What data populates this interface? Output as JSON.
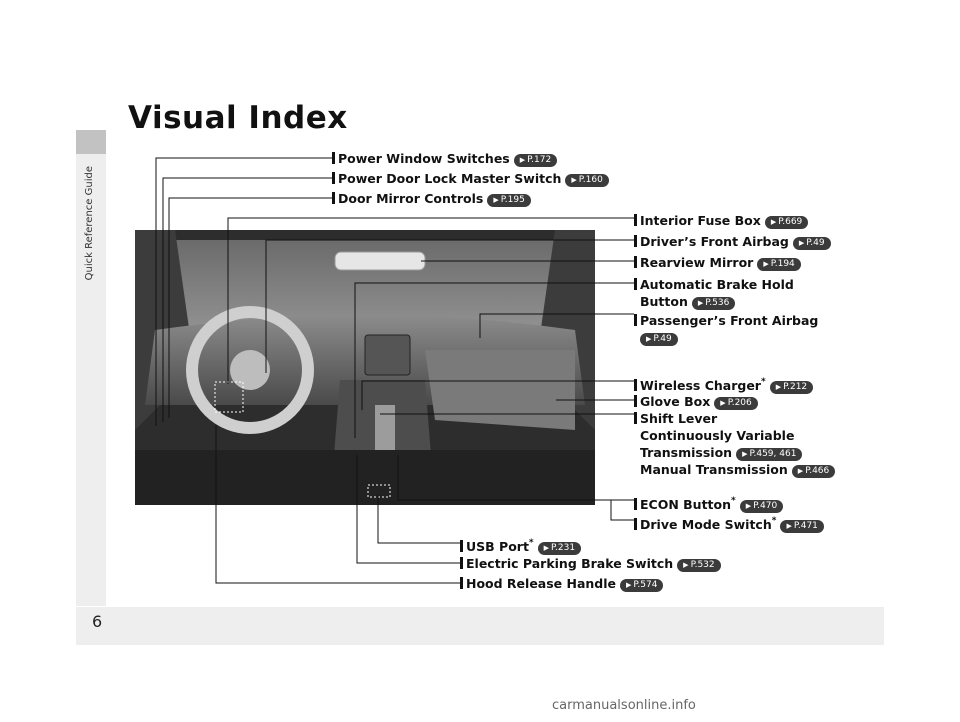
{
  "page": {
    "title": "Visual Index",
    "number": "6"
  },
  "sidebar": {
    "section_label": "Quick Reference Guide"
  },
  "labels": {
    "power_window": {
      "text": "Power Window Switches",
      "ref": "P.172"
    },
    "door_lock": {
      "text": "Power Door Lock Master Switch",
      "ref": "P.160"
    },
    "door_mirror": {
      "text": "Door Mirror Controls",
      "ref": "P.195"
    },
    "interior_fuse": {
      "text": "Interior Fuse Box",
      "ref": "P.669"
    },
    "driver_airbag": {
      "text": "Driver’s Front Airbag",
      "ref": "P.49"
    },
    "rearview_mirror": {
      "text": "Rearview Mirror",
      "ref": "P.194"
    },
    "auto_brake_hold": {
      "line1": "Automatic Brake Hold",
      "line2": "Button",
      "ref": "P.536"
    },
    "passenger_airbag": {
      "line1": "Passenger’s Front Airbag",
      "ref": "P.49"
    },
    "wireless_charger": {
      "text": "Wireless Charger",
      "sup": "*",
      "ref": "P.212"
    },
    "glove_box": {
      "text": "Glove Box",
      "ref": "P.206"
    },
    "shift_lever": {
      "line1": "Shift Lever",
      "line2": "Continuously Variable",
      "line3": "Transmission",
      "ref_cvt": "P.459, 461",
      "line4": "Manual Transmission",
      "ref_mt": "P.466"
    },
    "econ_button": {
      "text": "ECON Button",
      "sup": "*",
      "ref": "P.470"
    },
    "drive_mode": {
      "text": "Drive Mode Switch",
      "sup": "*",
      "ref": "P.471"
    },
    "usb_port": {
      "text": "USB Port",
      "sup": "*",
      "ref": "P.231"
    },
    "parking_brake": {
      "text": "Electric Parking Brake Switch",
      "ref": "P.532"
    },
    "hood_release": {
      "text": "Hood Release Handle",
      "ref": "P.574"
    }
  },
  "footer": {
    "watermark": "carmanualsonline.info"
  }
}
